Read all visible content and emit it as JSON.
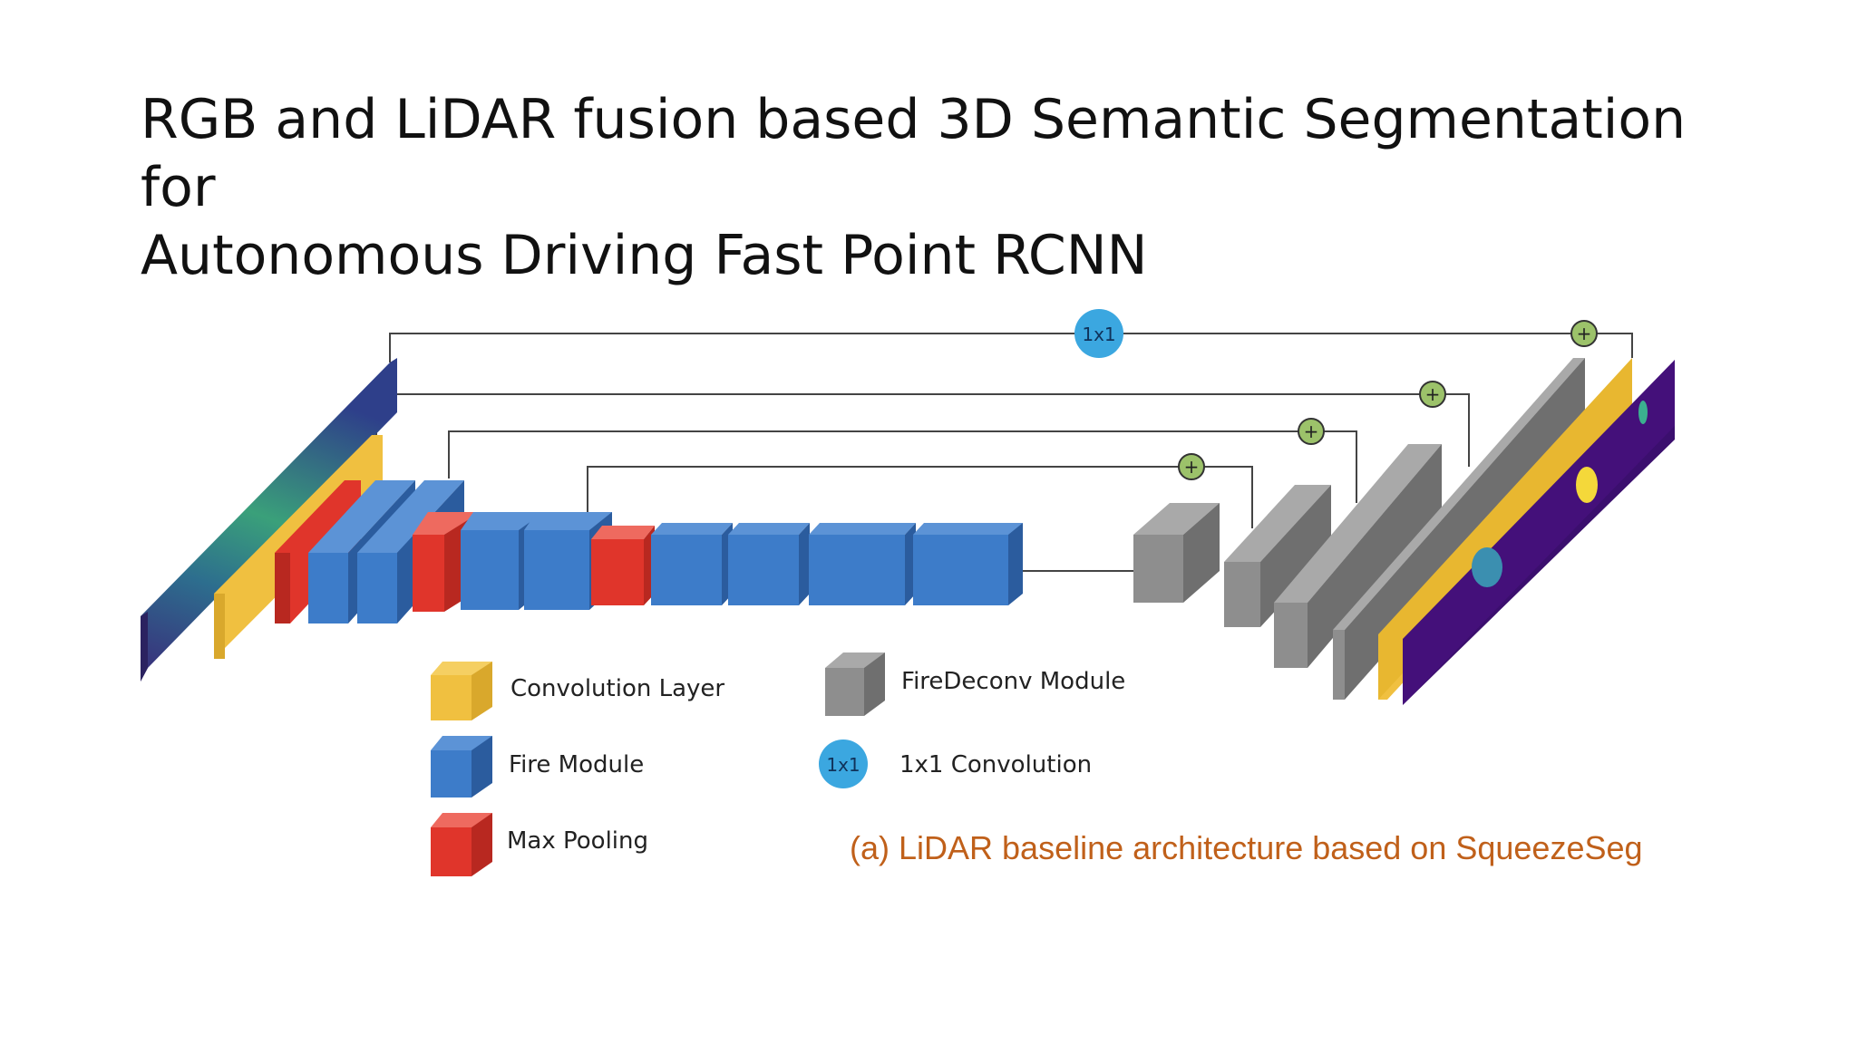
{
  "slide": {
    "title_line1": "RGB and LiDAR fusion based 3D Semantic Segmentation for",
    "title_line2": "Autonomous Driving Fast Point RCNN"
  },
  "diagram": {
    "skip_conv_label": "1x1",
    "sum_symbol": "+",
    "legend": {
      "convolution_layer": "Convolution Layer",
      "fire_module": "Fire Module",
      "max_pooling": "Max Pooling",
      "firedeconv_module": "FireDeconv Module",
      "conv1x1_icon": "1x1",
      "conv1x1": "1x1 Convolution"
    },
    "caption": "(a) LiDAR baseline architecture based on SqueezeSeg",
    "colors": {
      "convolution": "#f0c040",
      "fire": "#3d7cc9",
      "maxpool": "#e0352b",
      "deconv": "#8e8e8e",
      "conv1x1": "#3ba7e0",
      "sum": "#9cc26a",
      "caption": "#c0601a"
    }
  }
}
